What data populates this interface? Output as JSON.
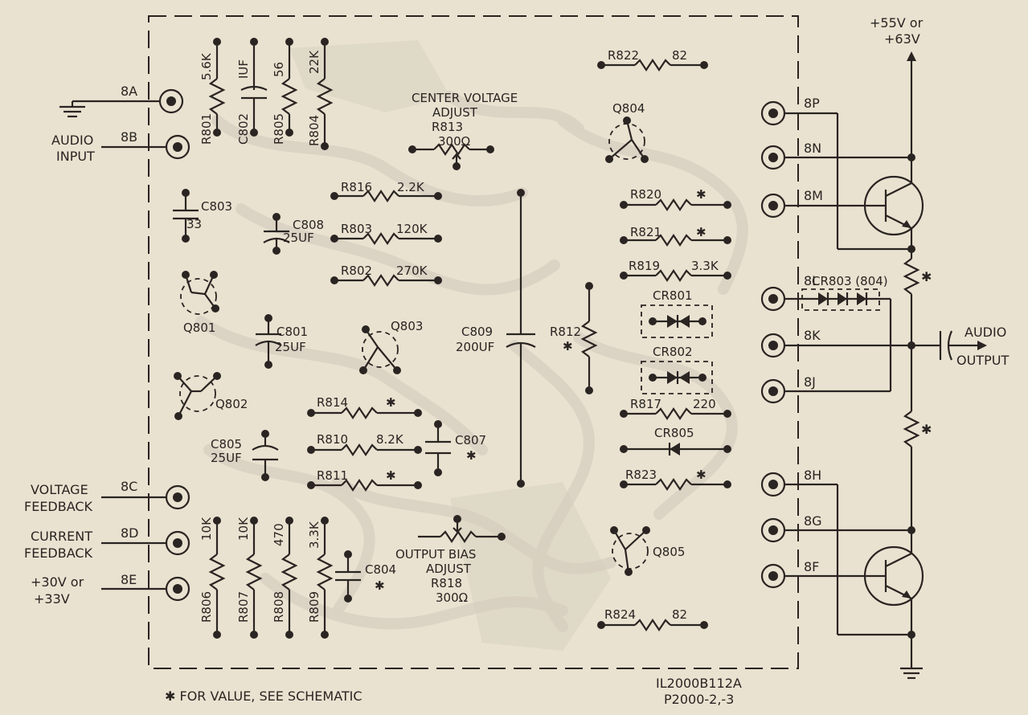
{
  "board": {
    "part_number": "IL2000B112A",
    "model": "P2000-2,-3",
    "footnote": "✱ FOR VALUE, SEE SCHEMATIC"
  },
  "terminals": {
    "8A": {
      "id": "8A"
    },
    "8B": {
      "id": "8B"
    },
    "8C": {
      "id": "8C"
    },
    "8D": {
      "id": "8D"
    },
    "8E": {
      "id": "8E"
    },
    "8P": {
      "id": "8P"
    },
    "8N": {
      "id": "8N"
    },
    "8M": {
      "id": "8M"
    },
    "8L": {
      "id": "8L"
    },
    "8K": {
      "id": "8K"
    },
    "8J": {
      "id": "8J"
    },
    "8H": {
      "id": "8H"
    },
    "8G": {
      "id": "8G"
    },
    "8F": {
      "id": "8F"
    }
  },
  "external": {
    "audio_input": [
      "AUDIO",
      "INPUT"
    ],
    "voltage_feedback": [
      "VOLTAGE",
      "FEEDBACK"
    ],
    "current_feedback": [
      "CURRENT",
      "FEEDBACK"
    ],
    "supply_low": [
      "+30V or",
      "+33V"
    ],
    "supply_high": [
      "+55V or",
      "+63V"
    ],
    "audio_output": [
      "AUDIO",
      "OUTPUT"
    ]
  },
  "components": {
    "R801": {
      "ref": "R801",
      "value": "5.6K"
    },
    "C802": {
      "ref": "C802",
      "value": "IUF"
    },
    "R805": {
      "ref": "R805",
      "value": "56"
    },
    "R804": {
      "ref": "R804",
      "value": "22K"
    },
    "C803": {
      "ref": "C803",
      "value": "33"
    },
    "C808": {
      "ref": "C808",
      "value": "25UF"
    },
    "Q801": {
      "ref": "Q801"
    },
    "Q802": {
      "ref": "Q802"
    },
    "Q803": {
      "ref": "Q803"
    },
    "Q804": {
      "ref": "Q804"
    },
    "Q805": {
      "ref": "Q805"
    },
    "C801": {
      "ref": "C801",
      "value": "25UF"
    },
    "C805": {
      "ref": "C805",
      "value": "25UF"
    },
    "R813": {
      "ref": "R813",
      "title": [
        "CENTER VOLTAGE",
        "ADJUST"
      ],
      "value": "300Ω"
    },
    "R816": {
      "ref": "R816",
      "value": "2.2K"
    },
    "R803": {
      "ref": "R803",
      "value": "120K"
    },
    "R802": {
      "ref": "R802",
      "value": "270K"
    },
    "R814": {
      "ref": "R814",
      "value": "✱"
    },
    "R810": {
      "ref": "R810",
      "value": "8.2K"
    },
    "R811": {
      "ref": "R811",
      "value": "✱"
    },
    "C807": {
      "ref": "C807",
      "value": "✱"
    },
    "C809": {
      "ref": "C809",
      "value": "200UF"
    },
    "R812": {
      "ref": "R812",
      "value": "✱"
    },
    "R818": {
      "ref": "R818",
      "title": [
        "OUTPUT BIAS",
        "ADJUST"
      ],
      "value": "300Ω"
    },
    "R806": {
      "ref": "R806",
      "value": "10K"
    },
    "R807": {
      "ref": "R807",
      "value": "10K"
    },
    "R808": {
      "ref": "R808",
      "value": "470"
    },
    "R809": {
      "ref": "R809",
      "value": "3.3K"
    },
    "C804": {
      "ref": "C804",
      "value": "✱"
    },
    "R822": {
      "ref": "R822",
      "value": "82"
    },
    "R820": {
      "ref": "R820",
      "value": "✱"
    },
    "R821": {
      "ref": "R821",
      "value": "✱"
    },
    "R819": {
      "ref": "R819",
      "value": "3.3K"
    },
    "CR801": {
      "ref": "CR801"
    },
    "CR802": {
      "ref": "CR802"
    },
    "CR803": {
      "ref": "CR803 (804)"
    },
    "R817": {
      "ref": "R817",
      "value": "220"
    },
    "CR805": {
      "ref": "CR805"
    },
    "R823": {
      "ref": "R823",
      "value": "✱"
    },
    "R824": {
      "ref": "R824",
      "value": "82"
    },
    "R_emitter_top": {
      "value": "✱"
    },
    "R_emitter_bot": {
      "value": "✱"
    }
  }
}
